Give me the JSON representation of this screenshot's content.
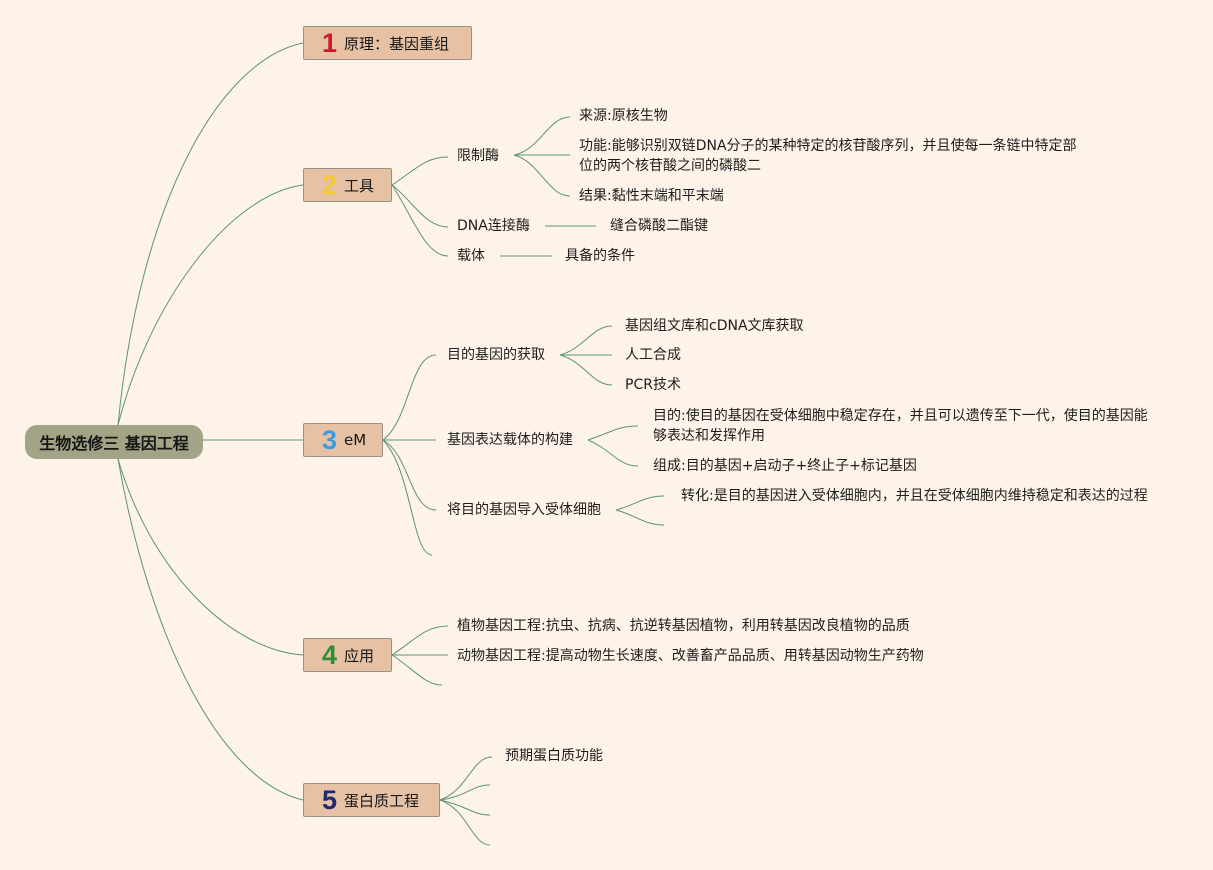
{
  "root": {
    "label": "生物选修三 基因工程"
  },
  "branches": [
    {
      "number": "1",
      "number_color": "#d11a28",
      "label": "原理：基因重组"
    },
    {
      "number": "2",
      "number_color": "#f0cb37",
      "label": "工具"
    },
    {
      "number": "3",
      "number_color": "#3a9ce0",
      "label": "eM"
    },
    {
      "number": "4",
      "number_color": "#2f8f34",
      "label": "应用"
    },
    {
      "number": "5",
      "number_color": "#1e2a6e",
      "label": "蛋白质工程"
    }
  ],
  "tools": {
    "enzyme": {
      "label": "限制酶",
      "source": "来源:原核生物",
      "function": "功能:能够识别双链DNA分子的某种特定的核苷酸序列，并且使每一条链中特定部位的两个核苷酸之间的磷酸二",
      "result": "结果:黏性末端和平末端"
    },
    "ligase": {
      "label": "DNA连接酶",
      "child": "缝合磷酸二酯键"
    },
    "vector": {
      "label": "载体",
      "child": "具备的条件"
    }
  },
  "steps": {
    "obtain": {
      "label": "目的基因的获取",
      "children": [
        "基因组文库和cDNA文库获取",
        "人工合成",
        "PCR技术"
      ]
    },
    "construct": {
      "label": "基因表达载体的构建",
      "purpose": "目的:使目的基因在受体细胞中稳定存在，并且可以遗传至下一代，使目的基因能够表达和发挥作用",
      "composition": "组成:目的基因+启动子+终止子+标记基因"
    },
    "introduce": {
      "label": "将目的基因导入受体细胞",
      "transform": "转化:是目的基因进入受体细胞内，并且在受体细胞内维持稳定和表达的过程"
    }
  },
  "application": {
    "plant": "植物基因工程:抗虫、抗病、抗逆转基因植物，利用转基因改良植物的品质",
    "animal": "动物基因工程:提高动物生长速度、改善畜产品品质、用转基因动物生产药物"
  },
  "protein": {
    "expected": "预期蛋白质功能"
  }
}
